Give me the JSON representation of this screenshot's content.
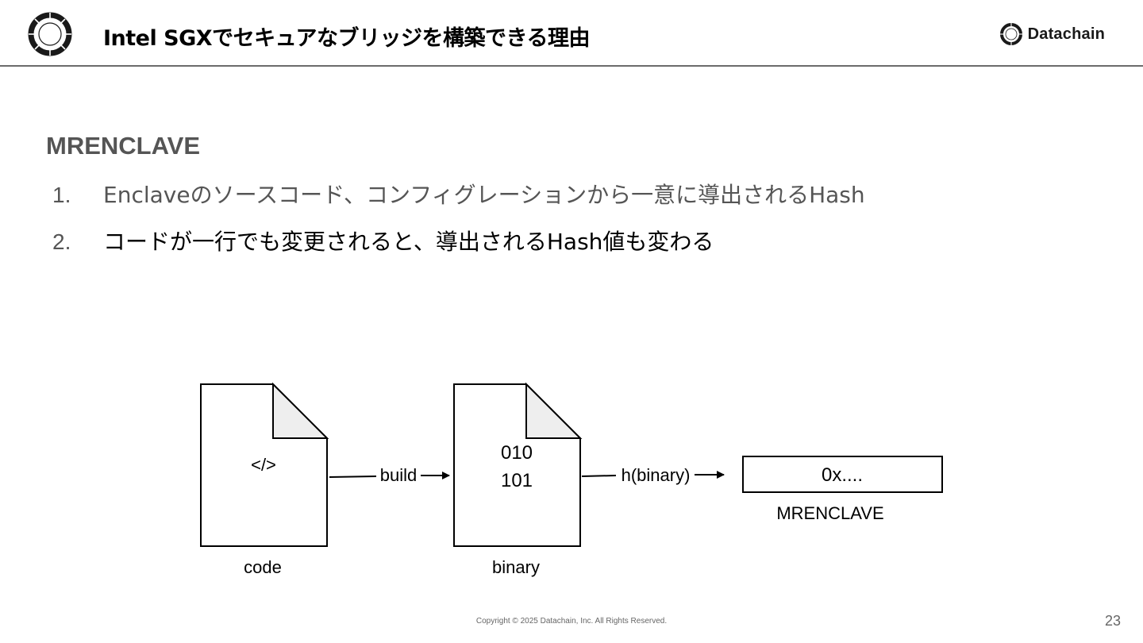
{
  "header": {
    "title": "Intel SGXでセキュアなブリッジを構築できる理由",
    "logo_icon": "datachain-ring-icon",
    "brand_name": "Datachain"
  },
  "content": {
    "heading": "MRENCLAVE",
    "items": [
      {
        "number": "1.",
        "text": "Enclaveのソースコード、コンフィグレーションから一意に導出されるHash"
      },
      {
        "number": "2.",
        "text": "コードが一行でも変更されると、導出されるHash値も変わる"
      }
    ]
  },
  "diagram": {
    "code_doc": {
      "content": "</>",
      "caption": "code"
    },
    "build_arrow_label": "build",
    "binary_doc": {
      "line1": "010",
      "line2": "101",
      "caption": "binary"
    },
    "hash_arrow_label": "h(binary)",
    "result_box": {
      "value": "0x....",
      "caption": "MRENCLAVE"
    }
  },
  "footer": {
    "copyright": "Copyright © 2025 Datachain, Inc.  All Rights Reserved.",
    "page_number": "23"
  },
  "colors": {
    "heading_gray": "#555555",
    "rule_gray": "#6b6b6b",
    "fold_fill": "#eeeeee"
  }
}
